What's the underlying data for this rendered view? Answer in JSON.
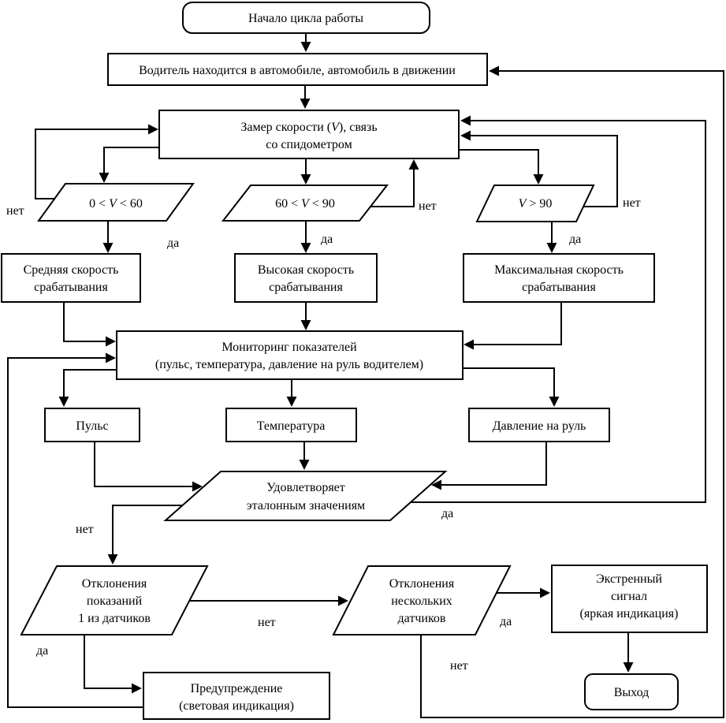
{
  "diagram": {
    "nodes": {
      "start": {
        "label": "Начало цикла работы"
      },
      "driver": {
        "label": "Водитель находится в автомобиле, автомобиль в движении"
      },
      "speed": {
        "line1_pre": "Замер скорости (",
        "line1_var": "V",
        "line1_post": "), связь",
        "line2": "со спидометром"
      },
      "cond_low": {
        "pre": "0 < ",
        "var": "V",
        "post": " < 60"
      },
      "cond_mid": {
        "pre": "60 < ",
        "var": "V",
        "post": " < 90"
      },
      "cond_high": {
        "pre": "",
        "var": "V",
        "post": " > 90"
      },
      "avg_speed": {
        "lines": [
          "Средняя скорость",
          "срабатывания"
        ]
      },
      "high_speed": {
        "lines": [
          "Высокая скорость",
          "срабатывания"
        ]
      },
      "max_speed": {
        "lines": [
          "Максимальная скорость",
          "срабатывания"
        ]
      },
      "monitor": {
        "lines": [
          "Мониторинг показателей",
          "(пульс, температура, давление на руль водителем)"
        ]
      },
      "pulse": {
        "label": "Пульс"
      },
      "temperature": {
        "label": "Температура"
      },
      "steering": {
        "label": "Давление на руль"
      },
      "reference": {
        "lines": [
          "Удовлетворяет",
          "эталонным значениям"
        ]
      },
      "dev_one": {
        "lines": [
          "Отклонения",
          "показаний",
          "1 из датчиков"
        ]
      },
      "dev_many": {
        "lines": [
          "Отклонения",
          "нескольких",
          "датчиков"
        ]
      },
      "warning": {
        "lines": [
          "Предупреждение",
          "(световая индикация)"
        ]
      },
      "emergency": {
        "lines": [
          "Экстренный",
          "сигнал",
          "(яркая индикация)"
        ]
      },
      "exit": {
        "label": "Выход"
      }
    },
    "labels": {
      "yes": "да",
      "no": "нет"
    },
    "colors": {
      "stroke": "#000000",
      "fill": "#ffffff",
      "background": "#ffffff"
    }
  }
}
